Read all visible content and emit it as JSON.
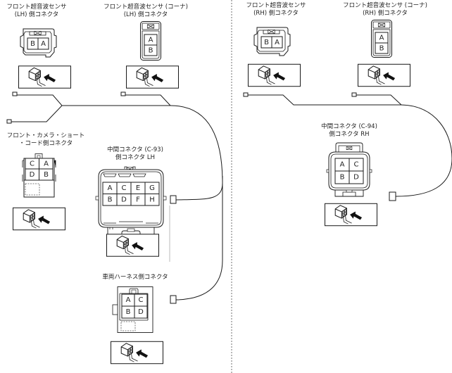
{
  "diagram": {
    "title_region": "harness connector layout",
    "left_side": {
      "sensor_lh": {
        "label_line1": "フロント超音波センサ",
        "label_line2": "(LH) 側コネクタ",
        "pins": [
          "B",
          "A"
        ]
      },
      "corner_sensor_lh": {
        "label_line1": "フロント超音波センサ (コーナ)",
        "label_line2": "(LH) 側コネクタ",
        "pins": [
          "A",
          "B"
        ]
      },
      "camera_short_cord": {
        "label_line1": "フロント・カメラ・ショート",
        "label_line2": "・コード側コネクタ",
        "pins": [
          "C",
          "A",
          "D",
          "B"
        ]
      },
      "intermediate_c93": {
        "label_line1": "中間コネクタ (C-93)",
        "label_line2": "側コネクタ LH",
        "pins": [
          "A",
          "C",
          "E",
          "G",
          "B",
          "D",
          "F",
          "H"
        ]
      },
      "vehicle_harness": {
        "label_line1": "車両ハーネス側コネクタ",
        "pins": [
          "A",
          "C",
          "B",
          "D"
        ]
      }
    },
    "right_side": {
      "sensor_rh": {
        "label_line1": "フロント超音波センサ",
        "label_line2": "(RH) 側コネクタ",
        "pins": [
          "B",
          "A"
        ]
      },
      "corner_sensor_rh": {
        "label_line1": "フロント超音波センサ (コーナ)",
        "label_line2": "(RH) 側コネクタ",
        "pins": [
          "A",
          "B"
        ]
      },
      "intermediate_c94": {
        "label_line1": "中間コネクタ (C-94)",
        "label_line2": "側コネクタ RH",
        "pins": [
          "A",
          "C",
          "B",
          "D"
        ]
      }
    },
    "icons": {
      "pictogram": "connector-probe-arrow-icon",
      "terminal": "wire-terminal-icon",
      "lock": "connector-lock-icon"
    },
    "colors": {
      "line": "#1a1a1a",
      "divider": "#888888",
      "background": "#ffffff"
    }
  }
}
